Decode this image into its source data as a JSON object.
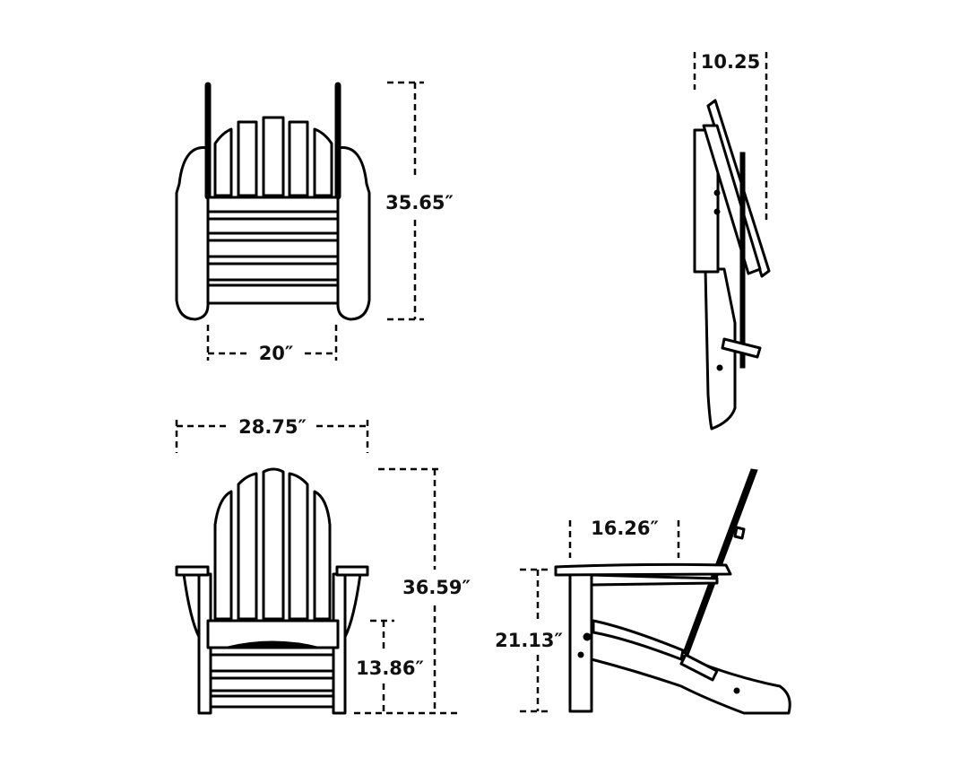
{
  "views": [
    {
      "name": "folded-front",
      "dimensions": {
        "height": "35.65″",
        "width": "20″"
      }
    },
    {
      "name": "folded-side",
      "dimensions": {
        "depth": "10.25"
      }
    },
    {
      "name": "front",
      "dimensions": {
        "width": "28.75″",
        "height": "36.59″",
        "seat_height": "13.86″"
      }
    },
    {
      "name": "side",
      "dimensions": {
        "arm_depth": "16.26″",
        "arm_height": "21.13″"
      }
    }
  ],
  "colors": {
    "line": "#000000",
    "background": "#ffffff"
  }
}
